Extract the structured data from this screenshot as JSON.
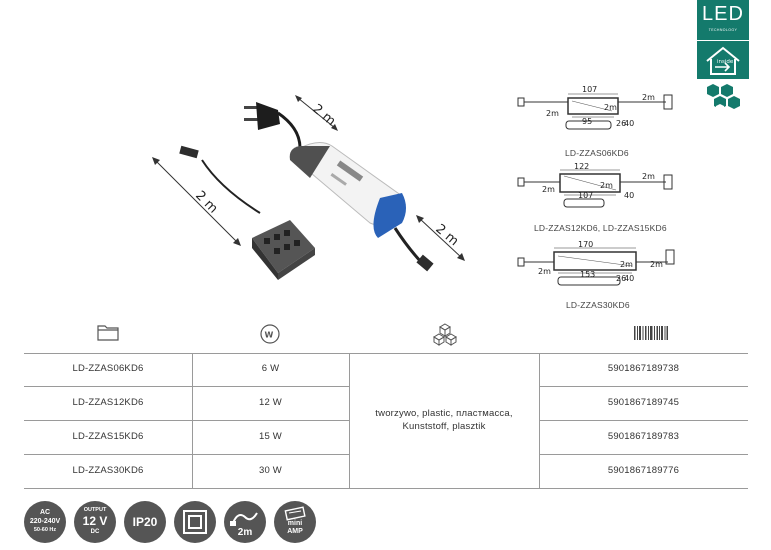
{
  "product_photo": {
    "cable_labels": [
      "2 m",
      "2 m",
      "2 m"
    ]
  },
  "drawings": [
    {
      "caption": "LD-ZZAS06KD6",
      "numbers": [
        "107",
        "2m",
        "2m",
        "95",
        "2m",
        "26",
        "40"
      ]
    },
    {
      "caption": "LD-ZZAS12KD6, LD-ZZAS15KD6",
      "numbers": [
        "122",
        "2m",
        "107",
        "2m",
        "2m",
        "40"
      ]
    },
    {
      "caption": "LD-ZZAS30KD6",
      "numbers": [
        "170",
        "2m",
        "2m",
        "153",
        "2m",
        "26",
        "40"
      ]
    }
  ],
  "led_badge": {
    "title": "LED",
    "subtitle": "TECHNOLOGY",
    "inside": "inside"
  },
  "table": {
    "header_icons": [
      "folder-icon",
      "power-icon",
      "material-icon",
      "barcode-icon"
    ],
    "rows": [
      {
        "code": "LD-ZZAS06KD6",
        "power": "6 W",
        "ean": "5901867189738"
      },
      {
        "code": "LD-ZZAS12KD6",
        "power": "12 W",
        "ean": "5901867189745"
      },
      {
        "code": "LD-ZZAS15KD6",
        "power": "15 W",
        "ean": "5901867189783"
      },
      {
        "code": "LD-ZZAS30KD6",
        "power": "30 W",
        "ean": "5901867189776"
      }
    ],
    "material_line1": "tworzywo, plastic, пластмасса,",
    "material_line2": "Kunststoff, plasztik"
  },
  "badges": {
    "ac": {
      "line1": "AC",
      "line2": "220-240V",
      "line3": "50-60 Hz"
    },
    "output": {
      "line1": "OUTPUT",
      "line2": "12 V",
      "line3": "DC"
    },
    "ip": {
      "label": "IP20"
    },
    "class2": {
      "icon": "double-square-icon"
    },
    "cable": {
      "label": "2m"
    },
    "connector": {
      "line1": "mini",
      "line2": "AMP"
    }
  },
  "colors": {
    "brand": "#147a6c",
    "badge": "#555555",
    "led_blue": "#2a62b8"
  }
}
